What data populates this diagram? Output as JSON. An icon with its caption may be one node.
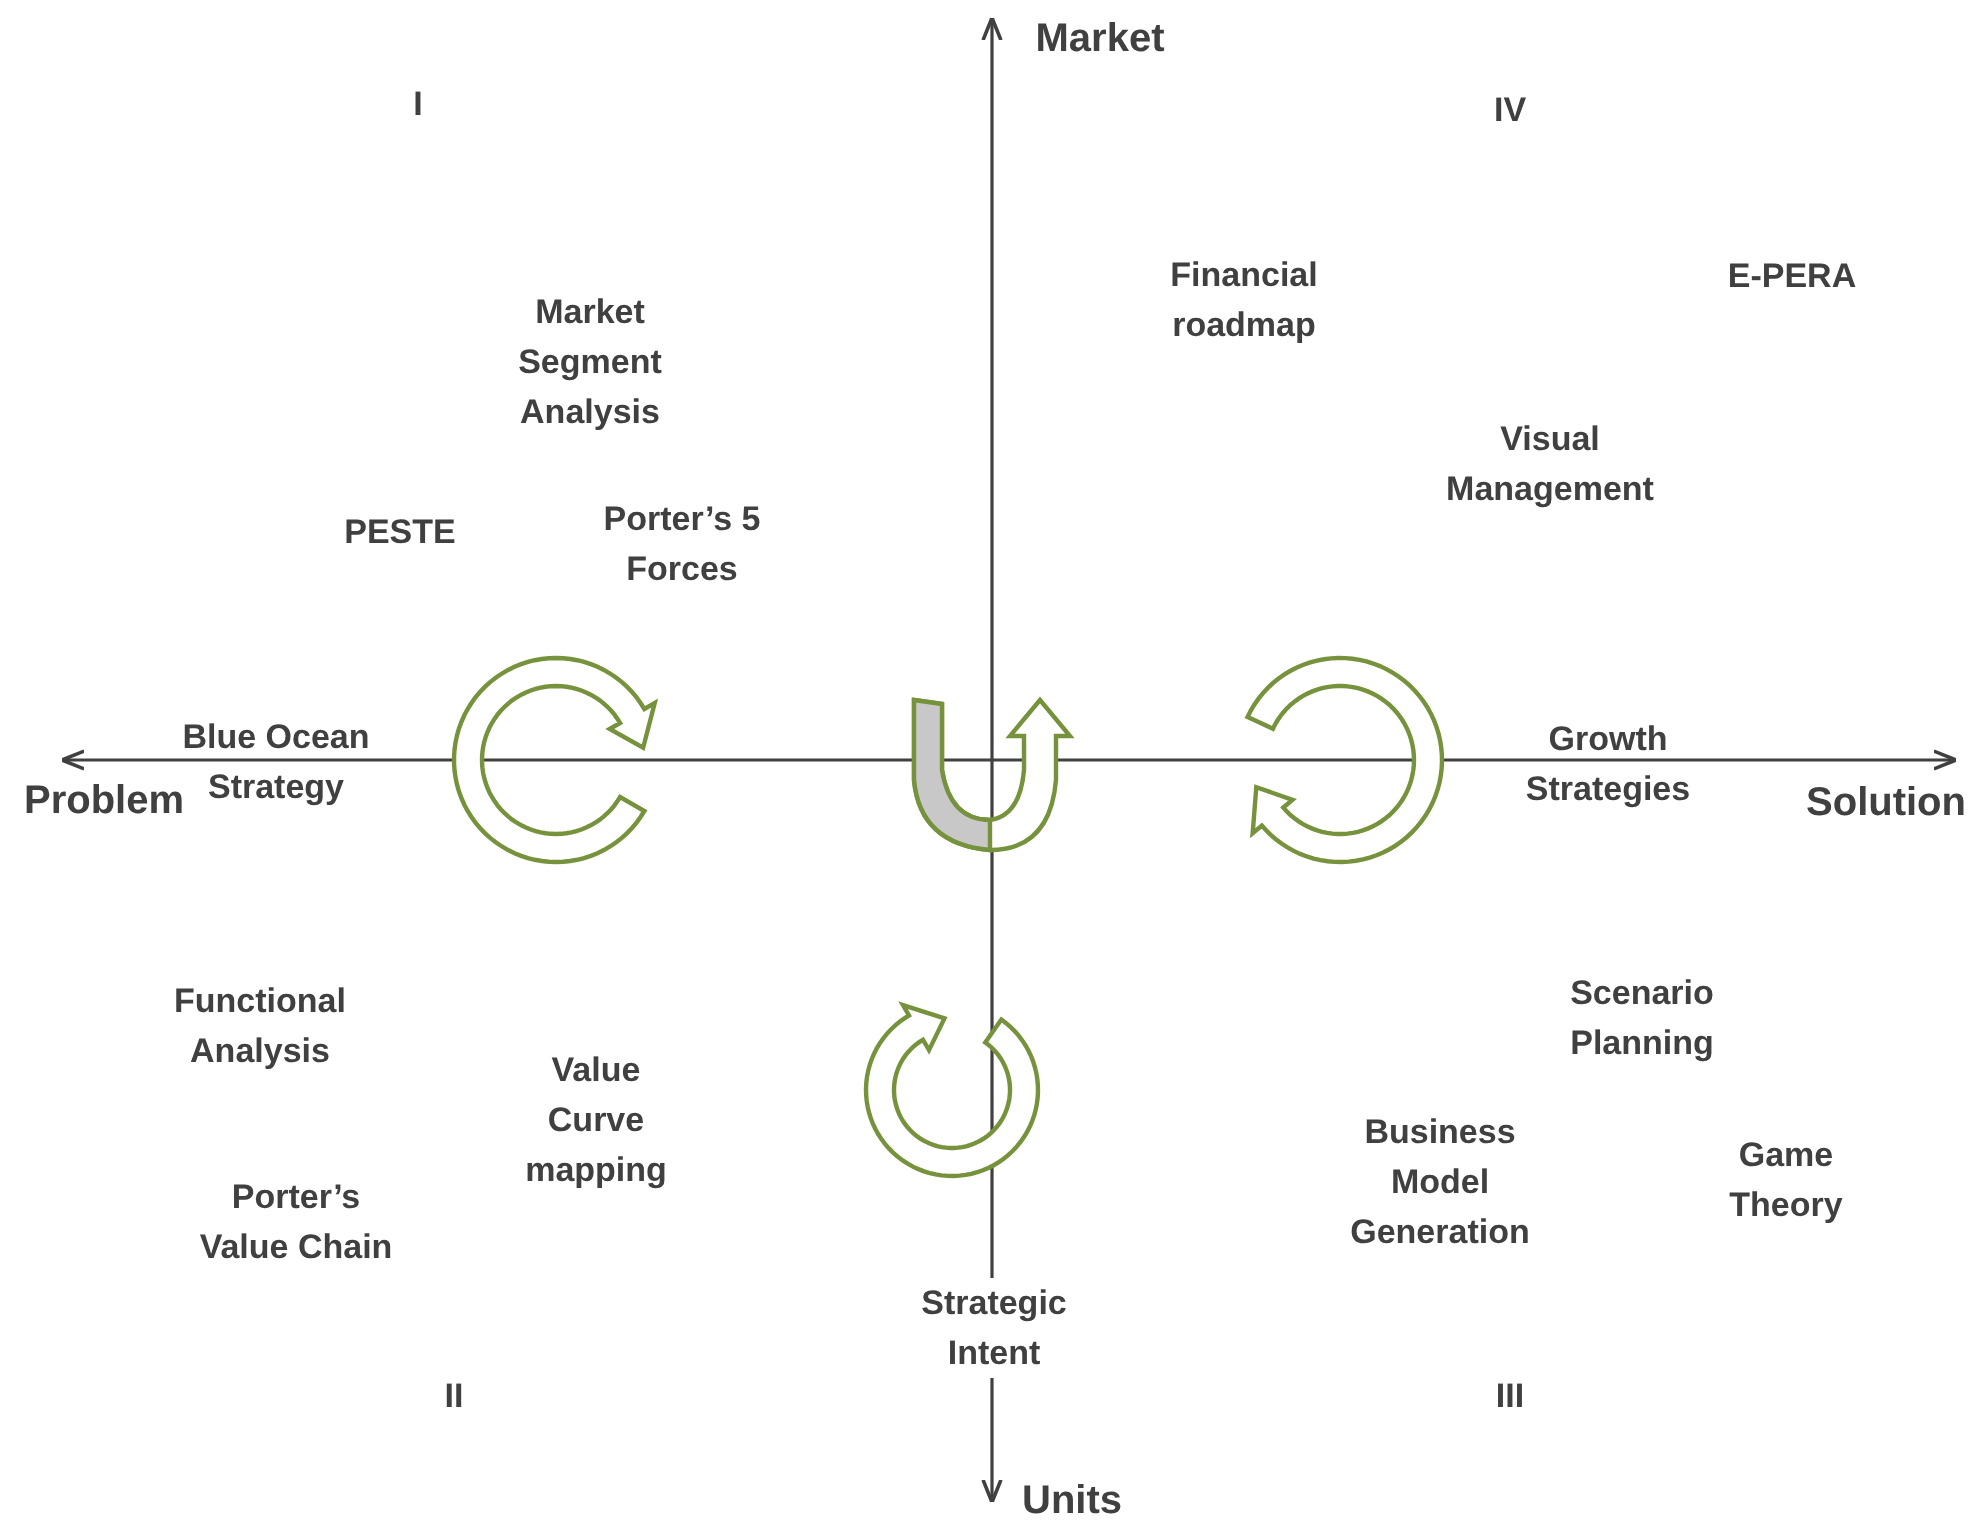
{
  "diagram": {
    "labels": [
      "Market",
      "I",
      "IV",
      "Financial roadmap",
      "E-PERA",
      "Market Segment Analysis",
      "Visual Management",
      "PESTE",
      "Porter’s 5 Forces",
      "Blue Ocean Strategy",
      "Growth Strategies",
      "Problem",
      "Solution",
      "Functional Analysis",
      "Scenario Planning",
      "Value Curve mapping",
      "Business Model Generation",
      "Game Theory",
      "Porter’s Value Chain",
      "Strategic Intent",
      "II",
      "III",
      "Units"
    ]
  }
}
